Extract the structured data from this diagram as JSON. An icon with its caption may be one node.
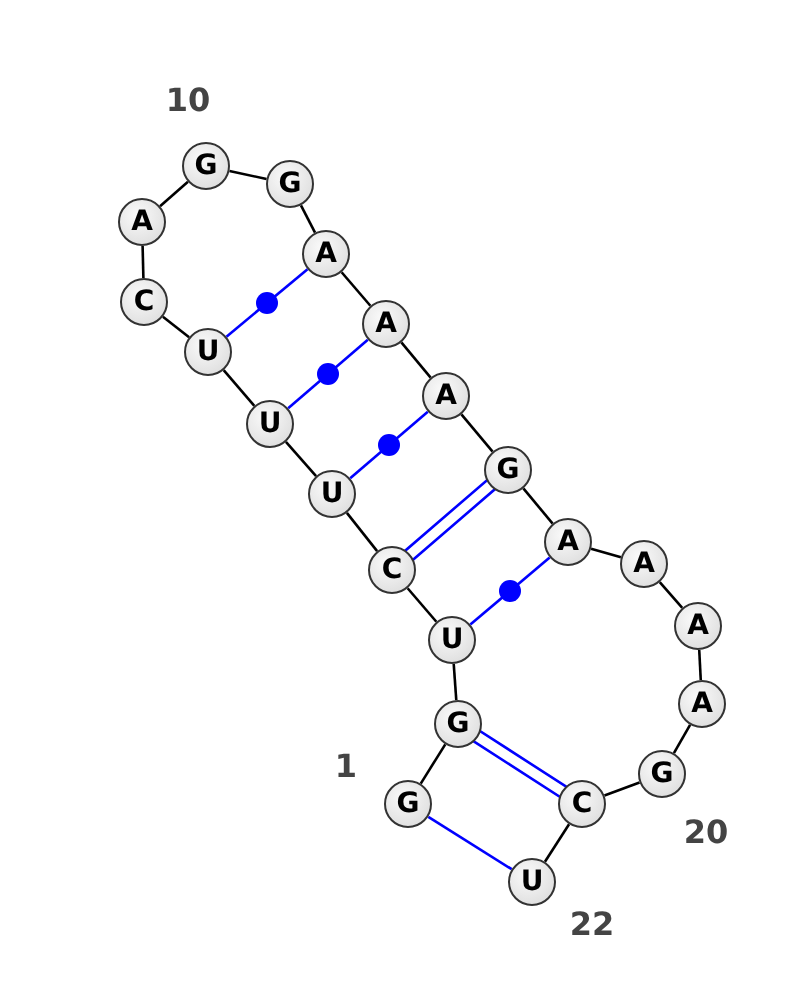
{
  "diagram": {
    "nodes": [
      {
        "text": [
          "G"
        ],
        "beside": [
          "1"
        ]
      },
      {
        "text": [
          "G"
        ]
      },
      {
        "text": [
          "U"
        ]
      },
      {
        "text": [
          "C"
        ]
      },
      {
        "text": [
          "U"
        ]
      },
      {
        "text": [
          "U"
        ]
      },
      {
        "text": [
          "U"
        ]
      },
      {
        "text": [
          "C"
        ]
      },
      {
        "text": [
          "A"
        ]
      },
      {
        "text": [
          "G"
        ],
        "beside": [
          "10"
        ]
      },
      {
        "text": [
          "G"
        ]
      },
      {
        "text": [
          "A"
        ]
      },
      {
        "text": [
          "A"
        ]
      },
      {
        "text": [
          "A"
        ]
      },
      {
        "text": [
          "G"
        ]
      },
      {
        "text": [
          "A"
        ]
      },
      {
        "text": [
          "A"
        ]
      },
      {
        "text": [
          "A"
        ]
      },
      {
        "text": [
          "A"
        ]
      },
      {
        "text": [
          "G"
        ],
        "beside": [
          "20"
        ]
      },
      {
        "text": [
          "C"
        ]
      },
      {
        "text": [
          "U"
        ],
        "beside": [
          "22"
        ]
      }
    ],
    "edges": [
      {
        "from": 0,
        "to": 1,
        "arrow": "none"
      },
      {
        "from": 1,
        "to": 2,
        "arrow": "none"
      },
      {
        "from": 2,
        "to": 3,
        "arrow": "none"
      },
      {
        "from": 3,
        "to": 4,
        "arrow": "none"
      },
      {
        "from": 4,
        "to": 5,
        "arrow": "none"
      },
      {
        "from": 5,
        "to": 6,
        "arrow": "none"
      },
      {
        "from": 6,
        "to": 7,
        "arrow": "none"
      },
      {
        "from": 7,
        "to": 8,
        "arrow": "none"
      },
      {
        "from": 8,
        "to": 9,
        "arrow": "none"
      },
      {
        "from": 9,
        "to": 10,
        "arrow": "none"
      },
      {
        "from": 10,
        "to": 11,
        "arrow": "none"
      },
      {
        "from": 11,
        "to": 12,
        "arrow": "none"
      },
      {
        "from": 12,
        "to": 13,
        "arrow": "none"
      },
      {
        "from": 13,
        "to": 14,
        "arrow": "none"
      },
      {
        "from": 14,
        "to": 15,
        "arrow": "none"
      },
      {
        "from": 15,
        "to": 16,
        "arrow": "none"
      },
      {
        "from": 16,
        "to": 17,
        "arrow": "none"
      },
      {
        "from": 17,
        "to": 18,
        "arrow": "none"
      },
      {
        "from": 18,
        "to": 19,
        "arrow": "none"
      },
      {
        "from": 19,
        "to": 20,
        "arrow": "none"
      },
      {
        "from": 20,
        "to": 21,
        "arrow": "none"
      },
      {
        "from": 0,
        "to": 21,
        "arrow": "none",
        "color": "#0000ff"
      },
      {
        "from": 1,
        "to": 20,
        "arrow": "none",
        "color": "#0000ff"
      },
      {
        "from": 2,
        "to": 15,
        "arrow": "none",
        "color": "#0000ff"
      },
      {
        "from": 3,
        "to": 14,
        "arrow": "none",
        "color": "#0000ff"
      },
      {
        "from": 4,
        "to": 13,
        "arrow": "none",
        "color": "#0000ff"
      },
      {
        "from": 5,
        "to": 12,
        "arrow": "none",
        "color": "#0000ff"
      },
      {
        "from": 6,
        "to": 11,
        "arrow": "none",
        "color": "#0000ff"
      }
    ]
  }
}
